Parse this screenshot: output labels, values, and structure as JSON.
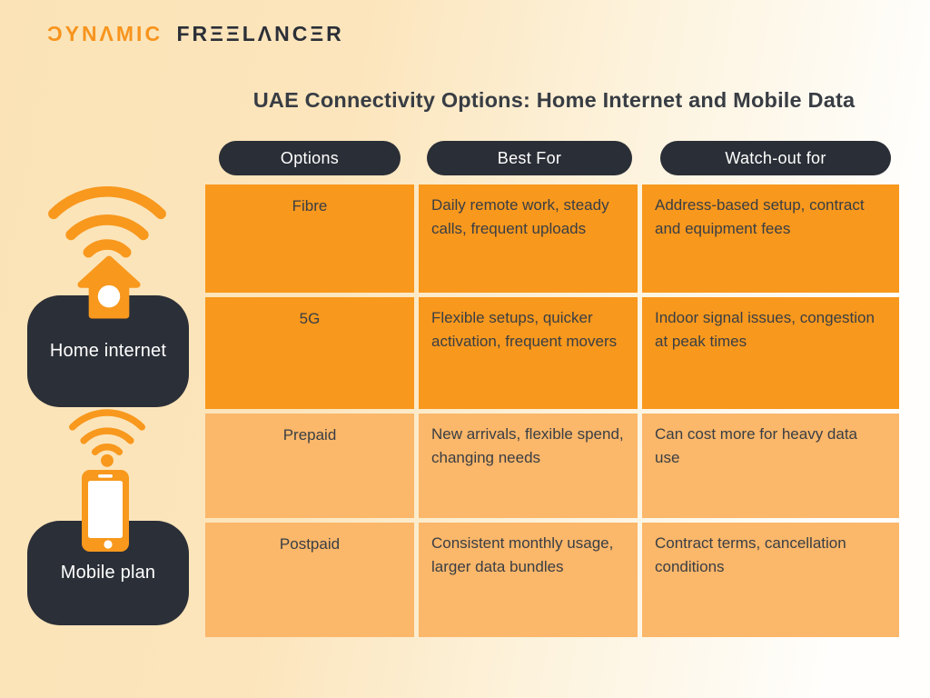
{
  "logo": {
    "brand": "DYNAMIC FREELANCER",
    "part1": "ƆYNΛMIC",
    "part2": "FRΞΞLΛNCΞR"
  },
  "title": "UAE Connectivity Options: Home Internet and Mobile Data",
  "table": {
    "columns": [
      "Options",
      "Best For",
      "Watch-out for"
    ],
    "rows": [
      {
        "option": "Fibre",
        "best_for": "Daily remote work, steady calls, frequent uploads",
        "watch_out": "Address-based setup, contract and equipment fees"
      },
      {
        "option": "5G",
        "best_for": "Flexible setups, quicker activation, frequent movers",
        "watch_out": "Indoor signal issues, congestion at peak times"
      },
      {
        "option": "Prepaid",
        "best_for": "New arrivals, flexible spend, changing needs",
        "watch_out": "Can cost more for heavy data use"
      },
      {
        "option": "Postpaid",
        "best_for": "Consistent monthly usage, larger data bundles",
        "watch_out": "Contract terms, cancellation conditions"
      }
    ]
  },
  "side_labels": {
    "home": "Home internet",
    "mobile": "Mobile plan"
  },
  "colors": {
    "orange": "#f8981d",
    "orange_light": "#fbb76a",
    "dark": "#2b2f37",
    "text": "#393e44",
    "background_left": "#fbe3b7",
    "background_right": "#fffefc"
  }
}
